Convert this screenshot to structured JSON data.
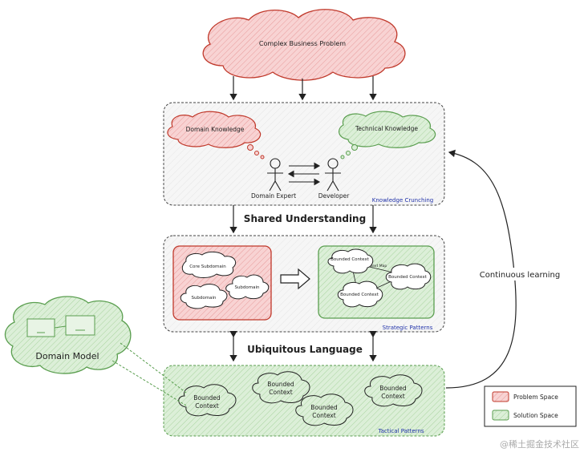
{
  "problem": "Complex Business Problem",
  "knowledge": {
    "domain": "Domain Knowledge",
    "technical": "Technical Knowledge",
    "expert": "Domain Expert",
    "developer": "Developer",
    "crunching": "Knowledge Crunching"
  },
  "shared": "Shared Understanding",
  "strategic": {
    "core": "Core Subdomain",
    "subdomain1": "Subdomain",
    "subdomain2": "Subdomain",
    "bc1": "Bounded Context",
    "bc2": "Bounded Context",
    "bc3": "Bounded Context",
    "context_map": "Context Map",
    "label": "Strategic Patterns"
  },
  "ubiquitous": "Ubiquitous Language",
  "continuous": "Continuous learning",
  "domain_model": "Domain Model",
  "tactical": {
    "bc1": "Bounded Context",
    "bc2": "Bounded Context",
    "bc3": "Bounded Context",
    "bc4": "Bounded Context",
    "label": "Tactical Patterns"
  },
  "legend": {
    "problem_space": "Problem Space",
    "solution_space": "Solution Space"
  },
  "watermark": "@稀土掘金技术社区",
  "colors": {
    "problem_fill": "#f7c6c6",
    "problem_stroke": "#c0392b",
    "solution_fill": "#d6ecd2",
    "solution_stroke": "#5a9e4f",
    "panel_fill": "#f5f5f5"
  }
}
